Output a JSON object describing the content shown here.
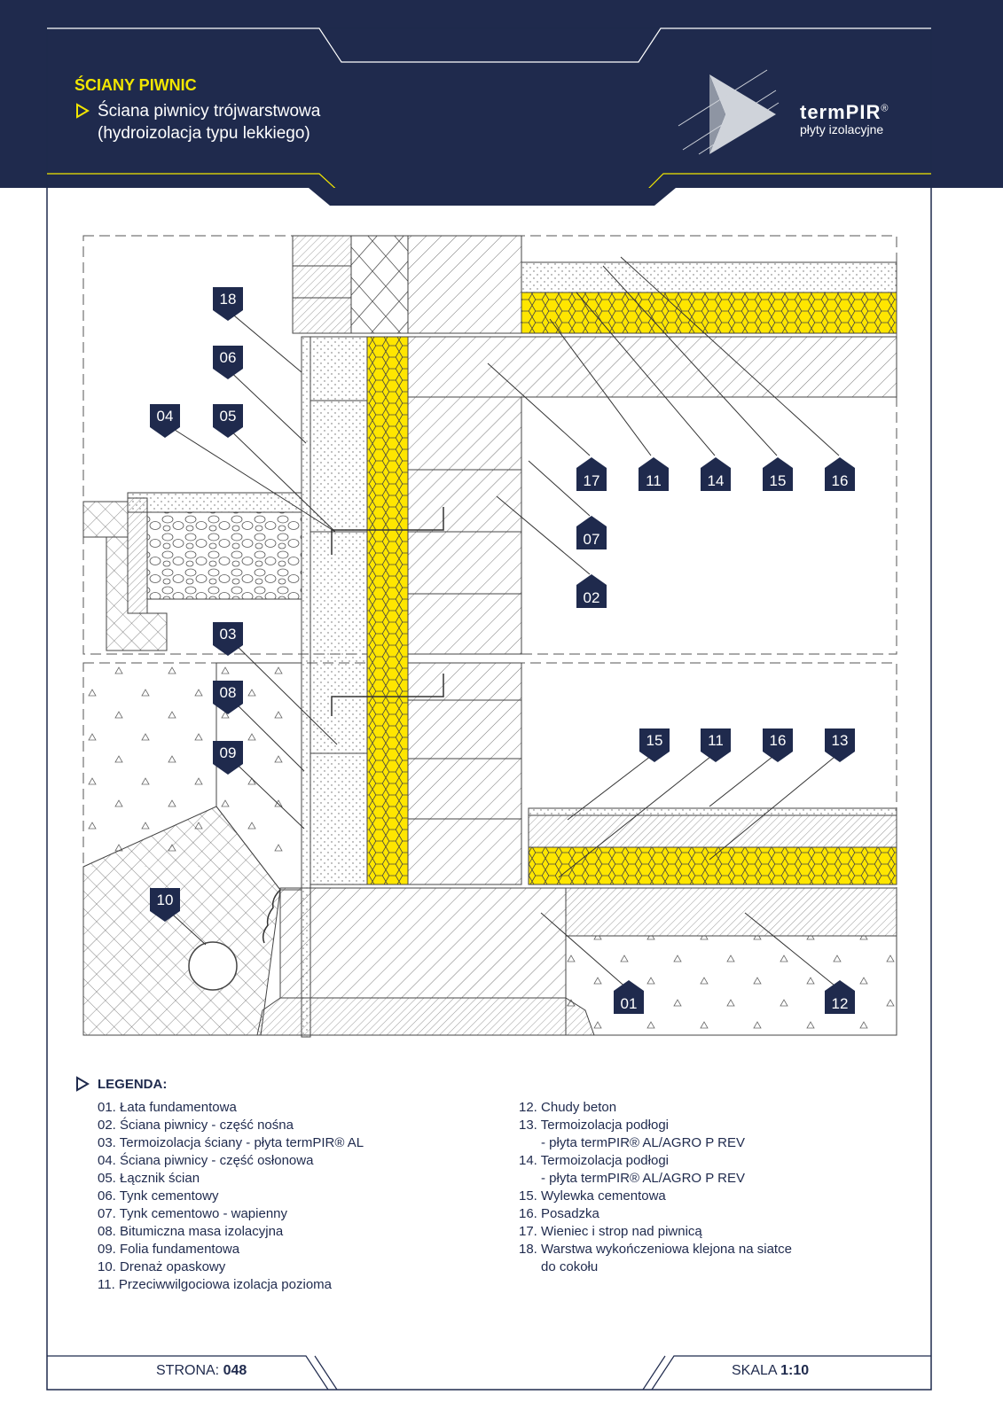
{
  "header": {
    "category": "ŚCIANY PIWNIC",
    "subtitle_line1": "Ściana piwnicy trójwarstwowa",
    "subtitle_line2": "(hydroizolacja typu lekkiego)"
  },
  "brand": {
    "name": "termPIR",
    "registered": "®",
    "tagline": "płyty izolacyjne"
  },
  "colors": {
    "navy": "#1f2a4d",
    "accent_yellow": "#f2e600",
    "insulation_yellow": "#ffe600",
    "line": "#3a3a3a"
  },
  "callouts": [
    "01",
    "02",
    "03",
    "04",
    "05",
    "06",
    "07",
    "08",
    "09",
    "10",
    "11",
    "12",
    "13",
    "14",
    "15",
    "16",
    "17",
    "18"
  ],
  "legend": {
    "title": "LEGENDA:",
    "left": [
      "01. Łata fundamentowa",
      "02. Ściana piwnicy - część nośna",
      "03. Termoizolacja ściany - płyta termPIR® AL",
      "04. Ściana piwnicy - część osłonowa",
      "05. Łącznik ścian",
      "06. Tynk cementowy",
      "07. Tynk cementowo - wapienny",
      "08. Bitumiczna masa izolacyjna",
      "09. Folia fundamentowa",
      "10. Drenaż opaskowy",
      "11. Przeciwwilgociowa izolacja pozioma"
    ],
    "right": [
      "12. Chudy beton",
      "13. Termoizolacja podłogi",
      "      - płyta termPIR® AL/AGRO P REV",
      "14. Termoizolacja podłogi",
      "      - płyta termPIR® AL/AGRO P REV",
      "15. Wylewka cementowa",
      "16. Posadzka",
      "17. Wieniec i strop nad piwnicą",
      "18. Warstwa wykończeniowa klejona na siatce",
      "      do cokołu"
    ]
  },
  "footer": {
    "page_label": "STRONA:",
    "page_value": "048",
    "scale_label": "SKALA",
    "scale_value": "1:10"
  }
}
